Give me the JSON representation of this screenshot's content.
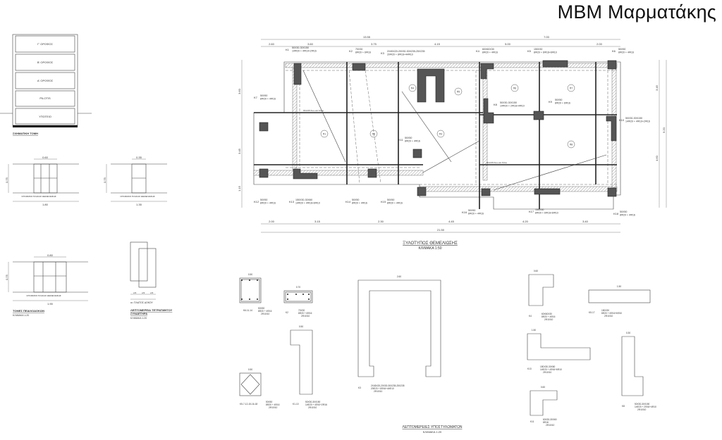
{
  "title": "ΜΒΜ Μαρματάκης",
  "section": {
    "floors": [
      "Γ' ΟΡΟΦΟΣ",
      "Β' ΟΡΟΦΟΣ",
      "Α' ΟΡΟΦΟΣ",
      "PILOTIS",
      "ΥΠΟΓΕΙΟ"
    ],
    "label": "ΣΧΗΜΑΤΙΚΗ ΤΟΜΗ"
  },
  "beams": {
    "slab_label": "ΟΠΛΙΣΜΟΣ ΠΛΑΚΑΣ ΘΕΜΕΛΙΩΣΗΣ",
    "b1": {
      "width": "0.60",
      "length": "1.80",
      "height": "0.75"
    },
    "b2": {
      "width": "0.35",
      "length": "1.35",
      "height": "0.75"
    },
    "b3": {
      "width": "0.80",
      "length": "1.90",
      "height": "0.75"
    },
    "title": "ΤΟΜΕΣ ΠΕΔΙΛΟΔΟΚΩΝ",
    "scale": "ΚΛΙΜΑΚΑ 1:20"
  },
  "stirrup": {
    "note": "α= ΠΛΑΤΟΣ ΔΟΚΟΥ",
    "dims": [
      "α/3",
      "α/3",
      "α/3"
    ],
    "title_1": "ΛΕΠΤΟΜΕΡΕΙΑ ΤΕΤΡΑΤΜΗΤΟΥ",
    "title_2": "ΣΥΝΔΕΤΗΡΑ",
    "scale": "ΚΛΙΜΑΚΑ 1:20"
  },
  "plan": {
    "title": "ΞΥΛΟΤΥΠΟΣ ΘΕΜΕΛΙΩΣΗΣ",
    "scale": "ΚΛΙΜΑΚΑ 1:50",
    "top_total_left": "13.55",
    "top_total_right": "7.00",
    "top_dims": [
      "2.60",
      "3.60",
      "3.75",
      "4.15",
      "5.00",
      "2.00"
    ],
    "bottom_dims": [
      "2.00",
      "3.15",
      "2.30",
      "4.45",
      "4.20",
      "3.40"
    ],
    "bottom_total": "21.50",
    "right_dims": [
      "3.45",
      "4.60"
    ],
    "right_total": "9.20",
    "left_dims": [
      "3.60",
      "3.45",
      "1.15"
    ],
    "beam_note": "Φ14/15 Άνω και Κάτω",
    "slab_labels": [
      "Π1",
      "Π2",
      "Π3",
      "Π4",
      "Π5",
      "Π6",
      "Π7",
      "Π8"
    ],
    "columns": [
      {
        "id": "K1",
        "size": "50X30-30X150",
        "rebar": "14Φ20 + 4Φ10+2Φ16"
      },
      {
        "id": "K2",
        "size": "70X30",
        "rebar": "8Φ20 + 6Φ16"
      },
      {
        "id": "K3",
        "size": "2X45X20-20X30-30X235-25X235",
        "rebar": "20Φ20 + 8Φ16+44Φ10"
      },
      {
        "id": "K4",
        "size": "60X60X30",
        "rebar": "8Φ20 + 4Φ16"
      },
      {
        "id": "K5",
        "size": "150X30",
        "rebar": "8Φ20 + 6Φ16+6Φ10"
      },
      {
        "id": "K6",
        "size": "50X50",
        "rebar": "8Φ20 + 4Φ16"
      },
      {
        "id": "K7",
        "size": "50X50",
        "rebar": "8Φ20 + 4Φ16"
      },
      {
        "id": "K8",
        "size": "50X30-30X150",
        "rebar": "14Φ20 + 2Φ16+4Φ10"
      },
      {
        "id": "K9",
        "size": "50X50",
        "rebar": "8Φ20 + 6Φ16"
      },
      {
        "id": "K10",
        "size": "50X30-30X150",
        "rebar": "14Φ20 + 4Φ10+2Φ16"
      },
      {
        "id": "K11",
        "size": "50X50",
        "rebar": "8Φ20 + 4Φ16"
      },
      {
        "id": "K12",
        "size": "50X50",
        "rebar": "8Φ20 + 4Φ16"
      },
      {
        "id": "K13",
        "size": "150X30-30X60",
        "rebar": "14Φ20 + 4Φ16+6Φ10"
      },
      {
        "id": "K14",
        "size": "50X50",
        "rebar": "8Φ20 + 4Φ16"
      },
      {
        "id": "K15",
        "size": "50X50",
        "rebar": "8Φ20 + 4Φ16"
      },
      {
        "id": "K16",
        "size": "50X50",
        "rebar": "8Φ20 + 4Φ16"
      },
      {
        "id": "K17",
        "size": "150X30",
        "rebar": "8Φ20 + 6Φ16+6Φ10"
      },
      {
        "id": "K18",
        "size": "50X50",
        "rebar": "8Φ20 + 4Φ16"
      }
    ]
  },
  "details": {
    "title": "ΛΕΠΤΟΜΕΡΕΙΕΣ ΥΠΟΣΤΥΛΩΜΑΤΩΝ",
    "scale": "ΚΛΙΜΑΚΑ 1:20",
    "items": [
      {
        "id": "K6-11-14",
        "size": "50X50",
        "rebar": "8Φ20 + 4Φ16",
        "stirrup": "2Φ10/10",
        "dim": "0.50"
      },
      {
        "id": "K2",
        "size": "70X30",
        "rebar": "8Φ20 + 6Φ16",
        "stirrup": "2Φ10/10",
        "dim": "0.70"
      },
      {
        "id": "K1-10",
        "size": "50X30-30X150",
        "rebar": "14Φ20 + 4Φ10+2Φ16",
        "stirrup": "2Φ10/10",
        "dim": "0.50"
      },
      {
        "id": "K3",
        "size": "2X45X20-20X30-30X235-25X235",
        "rebar": "20Φ20 + 8Φ16+44Φ10",
        "stirrup": "2Φ10/10",
        "dim": "2.60"
      },
      {
        "id": "K5-7-12-15-16-18",
        "size": "50X50",
        "rebar": "8Φ20 + 4Φ16",
        "stirrup": "2Φ10/10",
        "dim": "0.50"
      },
      {
        "id": "K4",
        "size": "60X60X30",
        "rebar": "8Φ20 + 4Φ16",
        "stirrup": "2Φ10/10",
        "dim": "0.60"
      },
      {
        "id": "K5-17",
        "size": "150X30",
        "rebar": "8Φ20 + 6Φ16+6Φ10",
        "stirrup": "2Φ10/10",
        "dim": "1.50"
      },
      {
        "id": "K13",
        "size": "150X30-30X60",
        "rebar": "14Φ20 + 4Φ16+6Φ10",
        "stirrup": "2Φ10/10",
        "dim": "1.50"
      },
      {
        "id": "K8",
        "size": "50X30-30X150",
        "rebar": "14Φ20 + 2Φ16+4Φ10",
        "stirrup": "2Φ10/10",
        "dim": "0.30"
      },
      {
        "id": "K11",
        "size": "60X30-30X60",
        "rebar": "8Φ16",
        "stirrup": "2Φ10/10",
        "dim": "0.60"
      }
    ]
  }
}
